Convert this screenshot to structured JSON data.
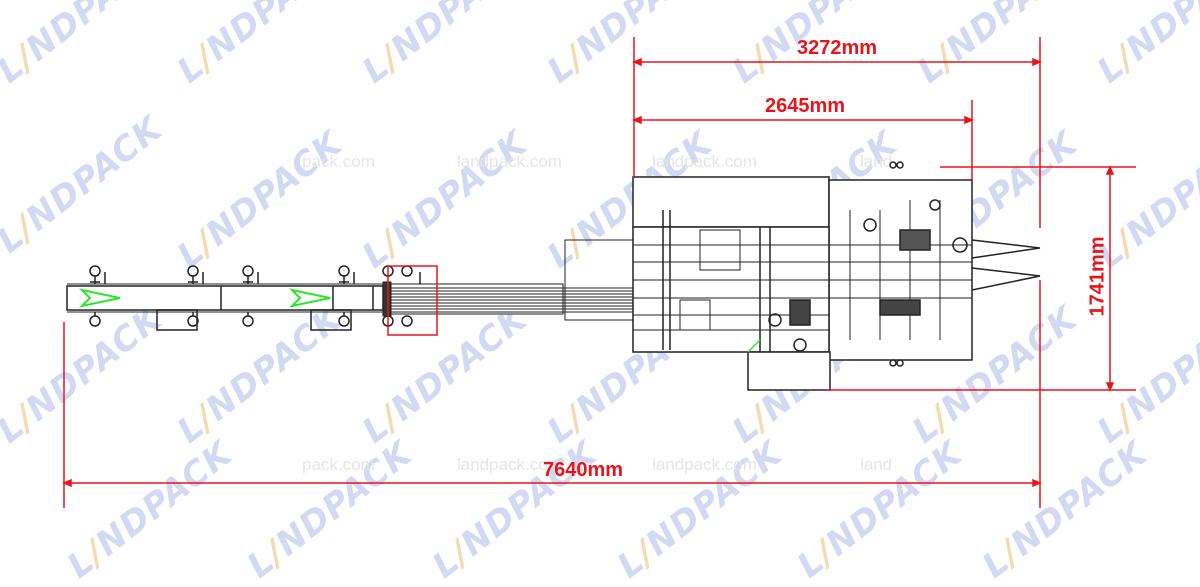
{
  "diagram": {
    "title": "Machine layout top view with overall dimensions",
    "dimensions": {
      "overall_length": "7640mm",
      "main_body_length": "3272mm",
      "body_frame_length": "2645mm",
      "width": "1741mm"
    },
    "flow_arrows": [
      {
        "label": "conveyor-direction-1",
        "color": "#2ee52e"
      },
      {
        "label": "conveyor-direction-2",
        "color": "#2ee52e"
      }
    ],
    "highlight_box_color": "#e8141b",
    "dimension_color": "#e8141b"
  },
  "watermarks": {
    "logo": {
      "text_pre": "L",
      "text_accent": "/",
      "text_post": "NDPACK",
      "full": "LANDPACK"
    },
    "url_texts": [
      "pack.com",
      "landpack.com",
      "landpack.com",
      "land",
      "pack.com",
      "landpack.com",
      "landpack.com",
      "land"
    ]
  }
}
